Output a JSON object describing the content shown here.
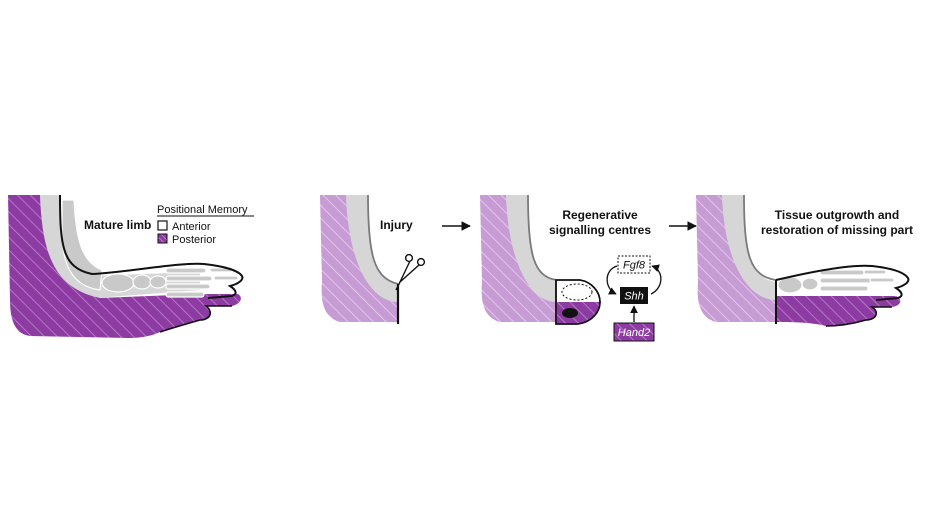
{
  "colors": {
    "posterior": "#8e3aa3",
    "posterior_light": "#c79bd3",
    "grey_band": "#cfcfcf",
    "bone": "#c8c8c8",
    "outline": "#111111",
    "black_box": "#111111"
  },
  "icons": [
    "scissors-icon",
    "arrow-right-icon",
    "cycle-arrow-icon",
    "arrow-up-icon"
  ],
  "labels": {
    "mature_limb": "Mature limb",
    "injury": "Injury",
    "regen_line1": "Regenerative",
    "regen_line2": "signalling centres",
    "tissue_line1": "Tissue outgrowth and",
    "tissue_line2": "restoration of missing part"
  },
  "legend": {
    "title": "Positional Memory",
    "anterior": "Anterior",
    "posterior": "Posterior"
  },
  "genes": {
    "fgf8": "Fgf8",
    "shh": "Shh",
    "hand2": "Hand2"
  }
}
